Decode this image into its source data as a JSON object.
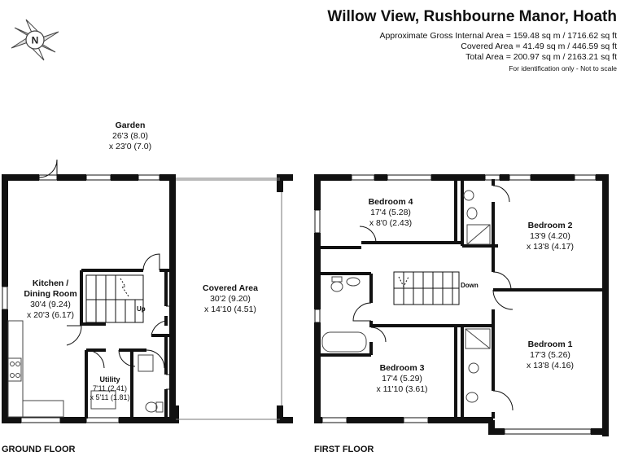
{
  "header": {
    "title": "Willow View, Rushbourne Manor, Hoath",
    "gross_area": "Approximate Gross Internal Area = 159.48 sq m / 1716.62 sq ft",
    "covered_area": "Covered Area = 41.49 sq m / 446.59 sq ft",
    "total_area": "Total Area = 200.97 sq m / 2163.21 sq ft",
    "note": "For identification only - Not to scale"
  },
  "compass": {
    "letter": "N",
    "icon": "compass-rose-icon"
  },
  "ground_floor": {
    "label": "GROUND FLOOR",
    "garden": {
      "name": "Garden",
      "dim1": "26'3 (8.0)",
      "dim2": "x 23'0 (7.0)"
    },
    "kitchen": {
      "name1": "Kitchen /",
      "name2": "Dining Room",
      "dim1": "30'4 (9.24)",
      "dim2": "x 20'3 (6.17)"
    },
    "utility": {
      "name": "Utility",
      "dim1": "7'11 (2.41)",
      "dim2": "x 5'11 (1.81)"
    },
    "covered": {
      "name": "Covered Area",
      "dim1": "30'2 (9.20)",
      "dim2": "x 14'10 (4.51)"
    },
    "stairs_label": "Up"
  },
  "first_floor": {
    "label": "FIRST FLOOR",
    "bedroom4": {
      "name": "Bedroom 4",
      "dim1": "17'4 (5.28)",
      "dim2": "x 8'0 (2.43)"
    },
    "bedroom2": {
      "name": "Bedroom 2",
      "dim1": "13'9 (4.20)",
      "dim2": "x 13'8 (4.17)"
    },
    "bedroom1": {
      "name": "Bedroom 1",
      "dim1": "17'3 (5.26)",
      "dim2": "x 13'8 (4.16)"
    },
    "bedroom3": {
      "name": "Bedroom 3",
      "dim1": "17'4 (5.29)",
      "dim2": "x 11'10 (3.61)"
    },
    "stairs_label": "Down"
  },
  "colors": {
    "wall": "#111111",
    "fixture": "#444444",
    "background": "#ffffff"
  }
}
